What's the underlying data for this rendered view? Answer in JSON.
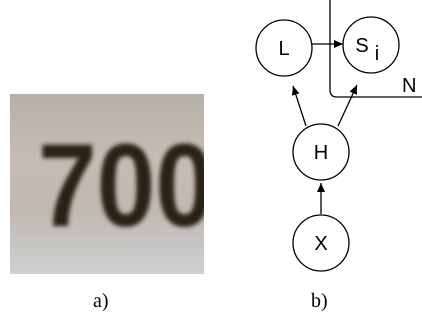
{
  "panel_a": {
    "caption": "a)",
    "digits": "700"
  },
  "panel_b": {
    "caption": "b)",
    "nodes": {
      "L": "L",
      "S": "S",
      "S_sub": "i",
      "H": "H",
      "X": "X"
    },
    "plate_label": "N"
  }
}
